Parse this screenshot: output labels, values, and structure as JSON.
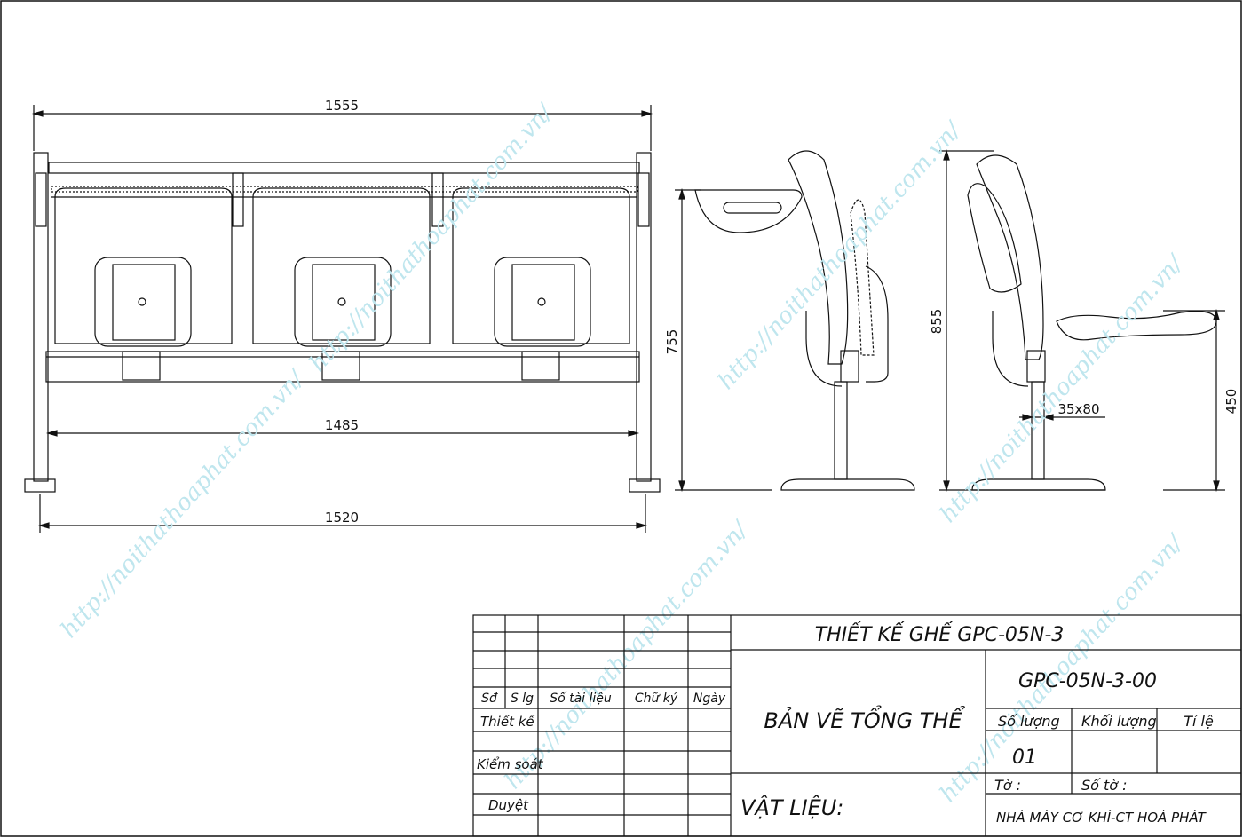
{
  "dimensions": {
    "front_overall_width": "1555",
    "front_inner_width": "1485",
    "front_base_width": "1520",
    "side_height": "755",
    "side2_height": "855",
    "seat_height": "450",
    "leg_profile": "35x80"
  },
  "title_block": {
    "design_title": "THIẾT KẾ GHẾ GPC-05N-3",
    "drawing_code": "GPC-05N-3-00",
    "drawing_name": "BẢN VẼ TỔNG THỂ",
    "material_label": "VẬT LIỆU:",
    "headers": {
      "sd": "Sđ",
      "s_lg": "S lg",
      "document_no": "Số tài liệu",
      "signature": "Chữ ký",
      "date": "Ngày"
    },
    "roles": {
      "design": "Thiết kế",
      "control": "Kiểm soát",
      "approve": "Duyệt"
    },
    "quantity_label": "Số lượng",
    "weight_label": "Khối lượng",
    "scale_label": "Tỉ lệ",
    "quantity_value": "01",
    "sheet_label": "Tờ :",
    "sheets_label": "Số tờ :",
    "manufacturer": "NHÀ MÁY CƠ KHÍ-CT HOÀ PHÁT"
  },
  "watermark": "http://noithathoaphat.com.vn/",
  "colors": {
    "line": "#111111",
    "watermark": "#bfe6ee",
    "paper": "#ffffff"
  }
}
